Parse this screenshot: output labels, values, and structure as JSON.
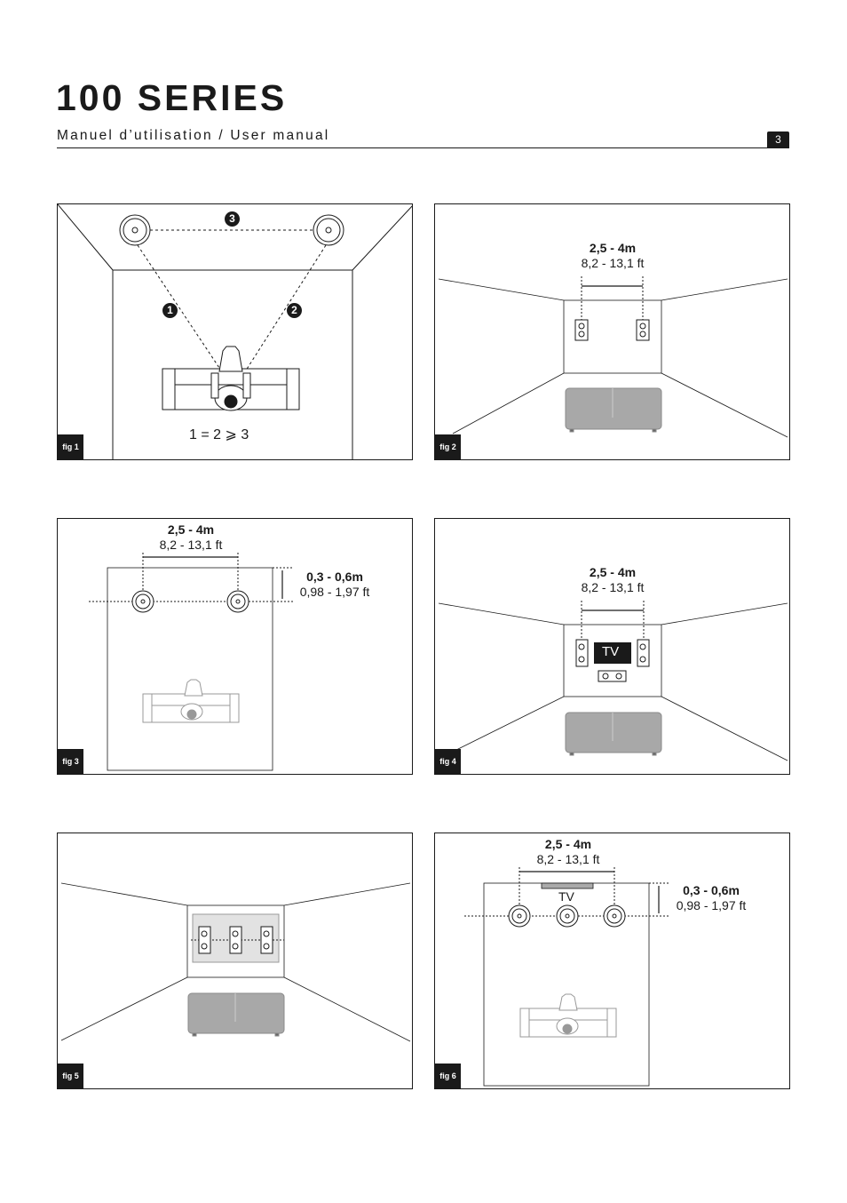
{
  "header": {
    "title": "100 SERIES",
    "subtitle": "Manuel d’utilisation / User manual",
    "page_number": "3"
  },
  "figures": {
    "fig1": {
      "tag": "fig 1",
      "markers": [
        "1",
        "2",
        "3"
      ],
      "formula": "1   = 2 ⩾   3"
    },
    "fig2": {
      "tag": "fig 2",
      "width_m": "2,5 - 4m",
      "width_ft": "8,2 - 13,1 ft"
    },
    "fig3": {
      "tag": "fig 3",
      "width_m": "2,5 - 4m",
      "width_ft": "8,2 - 13,1 ft",
      "height_m": "0,3 - 0,6m",
      "height_ft": "0,98 - 1,97 ft"
    },
    "fig4": {
      "tag": "fig 4",
      "width_m": "2,5 - 4m",
      "width_ft": "8,2 - 13,1 ft",
      "tv_label": "TV"
    },
    "fig5": {
      "tag": "fig 5"
    },
    "fig6": {
      "tag": "fig 6",
      "width_m": "2,5 - 4m",
      "width_ft": "8,2 - 13,1 ft",
      "height_m": "0,3 - 0,6m",
      "height_ft": "0,98 - 1,97 ft",
      "tv_label": "TV"
    }
  }
}
